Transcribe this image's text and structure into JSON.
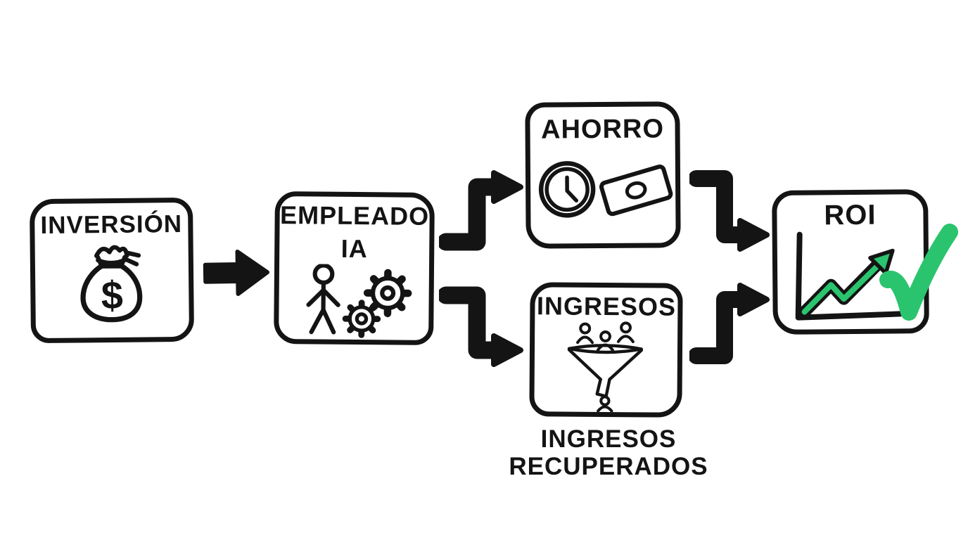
{
  "colors": {
    "ink": "#141414",
    "green": "#2bc46e",
    "background": "#ffffff"
  },
  "nodes": {
    "inversion": {
      "label": "INVERSIÓN",
      "symbol": "$",
      "icon": "money-bag-icon"
    },
    "empleado": {
      "label_line1": "EMPLEADO",
      "label_line2": "IA",
      "icons": [
        "stick-figure-icon",
        "gears-icon"
      ]
    },
    "ahorro": {
      "label": "AHORRO",
      "icons": [
        "clock-icon",
        "banknote-icon"
      ]
    },
    "ingresos": {
      "label": "INGRESOS",
      "icon": "funnel-with-people-icon"
    },
    "roi": {
      "label": "ROI",
      "icons": [
        "growth-chart-icon",
        "trend-arrow-icon",
        "checkmark-icon"
      ]
    }
  },
  "caption": {
    "line1": "INGRESOS",
    "line2": "RECUPERADOS"
  },
  "edges": [
    {
      "from": "inversion",
      "to": "empleado",
      "shape": "straight-right"
    },
    {
      "from": "empleado",
      "to": "ahorro",
      "shape": "elbow-up-right"
    },
    {
      "from": "empleado",
      "to": "ingresos",
      "shape": "elbow-down-right"
    },
    {
      "from": "ahorro",
      "to": "roi",
      "shape": "elbow-down-right"
    },
    {
      "from": "ingresos",
      "to": "roi",
      "shape": "elbow-up-right"
    }
  ]
}
